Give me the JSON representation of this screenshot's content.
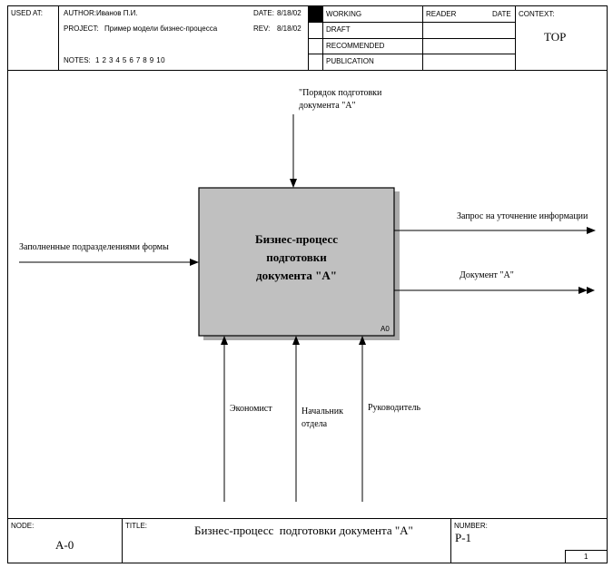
{
  "header": {
    "used_at_label": "USED AT:",
    "author_label": "AUTHOR:",
    "author": "Иванов П.И.",
    "project_label": "PROJECT:",
    "project": "Пример модели бизнес-процесса",
    "date_label": "DATE:",
    "date": "8/18/02",
    "rev_label": "REV:",
    "rev": "8/18/02",
    "notes_label": "NOTES:",
    "notes": "1 2 3 4 5 6 7 8 9 10",
    "status": [
      "WORKING",
      "DRAFT",
      "RECOMMENDED",
      "PUBLICATION"
    ],
    "reader_label": "READER",
    "reader_date_label": "DATE",
    "context_label": "CONTEXT:",
    "context": "TOP"
  },
  "diagram": {
    "activity": {
      "lines": [
        "Бизнес-процесс",
        "подготовки",
        "документа \"А\""
      ],
      "node_id": "A0"
    },
    "control": [
      "\"Порядок подготовки",
      "документа \"А\""
    ],
    "input": "Заполненные подразделениями формы",
    "outputs": [
      "Запрос на уточнение информации",
      "Документ \"А\""
    ],
    "mechanisms": [
      {
        "lines": [
          "Экономист"
        ]
      },
      {
        "lines": [
          "Начальник",
          "отдела"
        ]
      },
      {
        "lines": [
          "Руководитель"
        ]
      }
    ]
  },
  "footer": {
    "node_label": "NODE:",
    "node": "А-0",
    "title_label": "TITLE:",
    "title": "Бизнес-процесс  подготовки документа \"А\"",
    "number_label": "NUMBER:",
    "number": "Р-1",
    "page": "1"
  }
}
